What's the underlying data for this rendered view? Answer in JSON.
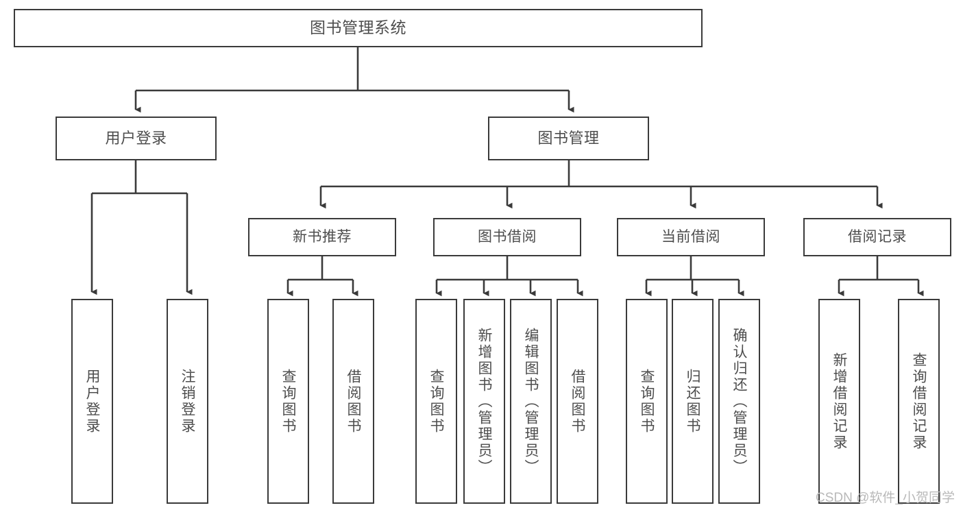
{
  "diagram": {
    "type": "tree-hierarchy",
    "title": "图书管理系统",
    "root": {
      "label": "图书管理系统"
    },
    "level2": [
      {
        "label": "用户登录"
      },
      {
        "label": "图书管理"
      }
    ],
    "level3": [
      {
        "label": "新书推荐"
      },
      {
        "label": "图书借阅"
      },
      {
        "label": "当前借阅"
      },
      {
        "label": "借阅记录"
      }
    ],
    "leaves": {
      "user_login": [
        {
          "label": "用户登录"
        },
        {
          "label": "注销登录"
        }
      ],
      "new_book_recommend": [
        {
          "label": "查询图书"
        },
        {
          "label": "借阅图书"
        }
      ],
      "book_borrow": [
        {
          "label": "查询图书"
        },
        {
          "label": "新增图书（管理员）"
        },
        {
          "label": "编辑图书（管理员）"
        },
        {
          "label": "借阅图书"
        }
      ],
      "current_borrow": [
        {
          "label": "查询图书"
        },
        {
          "label": "归还图书"
        },
        {
          "label": "确认归还（管理员）"
        }
      ],
      "borrow_records": [
        {
          "label": "新增借阅记录"
        },
        {
          "label": "查询借阅记录"
        }
      ]
    }
  },
  "watermark": {
    "text": "CSDN @软件_小贺同学"
  },
  "colors": {
    "box_border": "#3a3a3a",
    "text": "#4d4d4d",
    "connector": "#3a3a3a",
    "background": "#ffffff",
    "watermark": "#b9b9b9"
  }
}
